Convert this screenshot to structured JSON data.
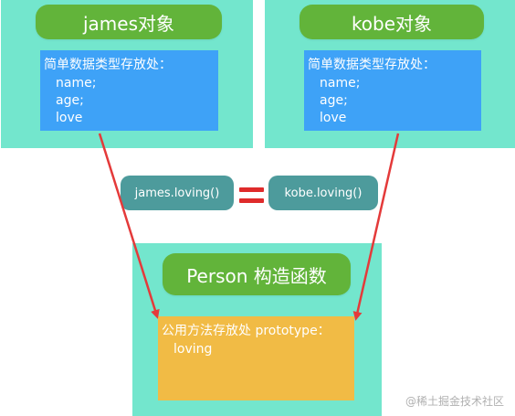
{
  "james": {
    "title": "james对象",
    "box_heading": "简单数据类型存放处：",
    "props": [
      "name;",
      "age;",
      "love"
    ]
  },
  "kobe": {
    "title": "kobe对象",
    "box_heading": "简单数据类型存放处：",
    "props": [
      "name;",
      "age;",
      "love"
    ]
  },
  "compare": {
    "left": "james.loving()",
    "right": "kobe.loving()"
  },
  "person": {
    "title": "Person 构造函数",
    "box_heading": "公用方法存放处 prototype：",
    "method": "loving"
  },
  "watermark": "@稀土掘金技术社区",
  "colors": {
    "panel": "#73e6cd",
    "title_pill": "#62b43a",
    "data_box": "#3ea2f7",
    "method_pill": "#4d9b9c",
    "equals": "#df2b2b",
    "prototype_box": "#f1bb45",
    "arrow": "#e43a3a"
  }
}
